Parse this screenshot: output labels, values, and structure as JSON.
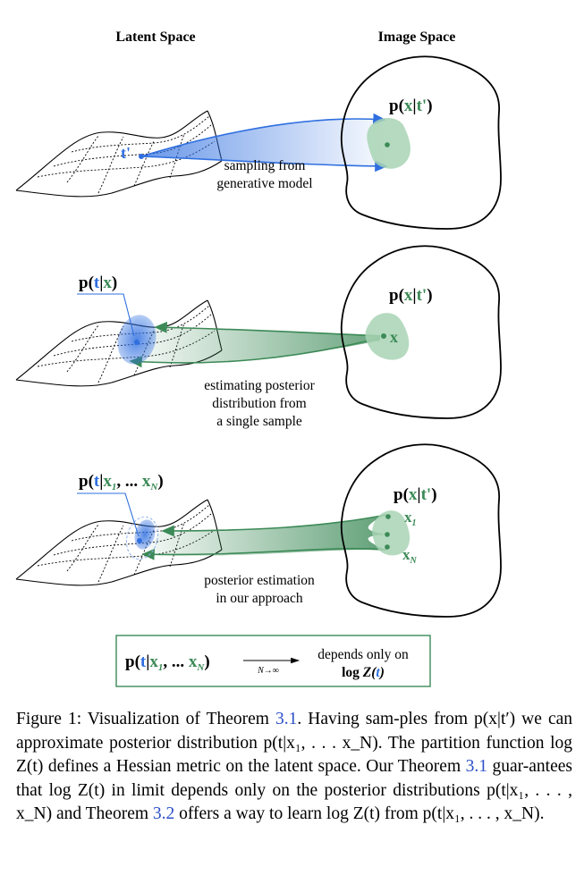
{
  "headings": {
    "latent": "Latent Space",
    "image": "Image Space"
  },
  "panel1": {
    "point_label": "t'",
    "arrow_label_line1": "sampling from",
    "arrow_label_line2": "generative model",
    "image_label_prefix": "p(",
    "image_label_x": "x",
    "image_label_bar": "|",
    "image_label_t": "t'",
    "image_label_suffix": ")"
  },
  "panel2": {
    "latent_label_prefix": "p(",
    "latent_label_t": "t",
    "latent_label_bar": "|",
    "latent_label_x": "x",
    "latent_label_suffix": ")",
    "image_label_prefix": "p(",
    "image_label_x": "x",
    "image_label_bar": "|",
    "image_label_t": "t'",
    "image_label_suffix": ")",
    "sample_label": "x",
    "arrow_label_line1": "estimating posterior",
    "arrow_label_line2": "distribution from",
    "arrow_label_line3": "a single sample"
  },
  "panel3": {
    "latent_label_prefix": "p(",
    "latent_label_t": "t",
    "latent_label_bar": "|",
    "latent_label_x1": "x",
    "latent_label_x1_sub": "1",
    "latent_label_dots": ", ... ",
    "latent_label_xn": "x",
    "latent_label_xn_sub": "N",
    "latent_label_suffix": ")",
    "image_label_prefix": "p(",
    "image_label_x": "x",
    "image_label_bar": "|",
    "image_label_t": "t'",
    "image_label_suffix": ")",
    "sample1_label": "x",
    "sample1_sub": "1",
    "sampleN_label": "x",
    "sampleN_sub": "N",
    "arrow_label_line1": "posterior estimation",
    "arrow_label_line2": "in our approach"
  },
  "summary_box": {
    "prefix": "p(",
    "t": "t",
    "bar": "|",
    "x1": "x",
    "x1_sub": "1",
    "dots": ", ... ",
    "xn": "x",
    "xn_sub": "N",
    "suffix": ")",
    "limit_label": "N→∞",
    "result_line1": "depends only on",
    "result_line2_log": "log ",
    "result_line2_Z": "Z(",
    "result_line2_t": "t",
    "result_line2_close": ")"
  },
  "caption": [
    "Figure 1: Visualization of Theorem ",
    "3.1",
    ". Having sam-ples from p(x|t′) we can approximate posterior distribution p(t|x₁, . . . x_N). The partition function log Z(t) defines a Hessian metric on the latent space. Our Theorem ",
    "3.1",
    " guar-antees that log Z(t) in limit depends only on the posterior distributions p(t|x₁, . . . , x_N) and Theorem ",
    "3.2",
    " offers a way to learn log Z(t) from p(t|x₁, . . . , x_N)."
  ],
  "colors": {
    "blue": "#2f6fe0",
    "green": "#3c8a57",
    "light_green": "#a8d4b4",
    "light_blue": "#8fb2ee",
    "link": "#2d50c8"
  }
}
